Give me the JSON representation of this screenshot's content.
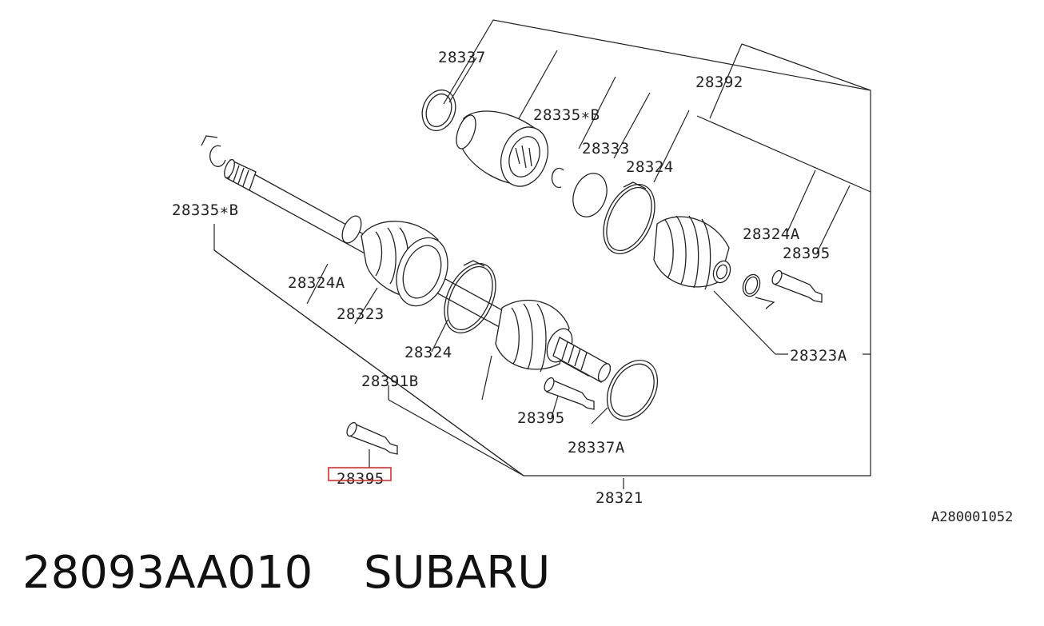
{
  "diagram": {
    "callouts": {
      "c28337": "28337",
      "c28335B_top": "28335∗B",
      "c28392": "28392",
      "c28333": "28333",
      "c28324_top": "28324",
      "c28335B_left": "28335∗B",
      "c28324A_right": "28324A",
      "c28395_right": "28395",
      "c28324A_left": "28324A",
      "c28323": "28323",
      "c28324_mid": "28324",
      "c28323A": "28323A",
      "c28391B": "28391B",
      "c28395_mid": "28395",
      "c28337A": "28337A",
      "c28395_bottom": "28395",
      "c28321": "28321"
    },
    "diagram_code": "A280001052",
    "highlighted_part": "28395",
    "highlight_color": "#e0292b"
  },
  "footer": {
    "part_number": "28093AA010",
    "brand": "SUBARU"
  }
}
